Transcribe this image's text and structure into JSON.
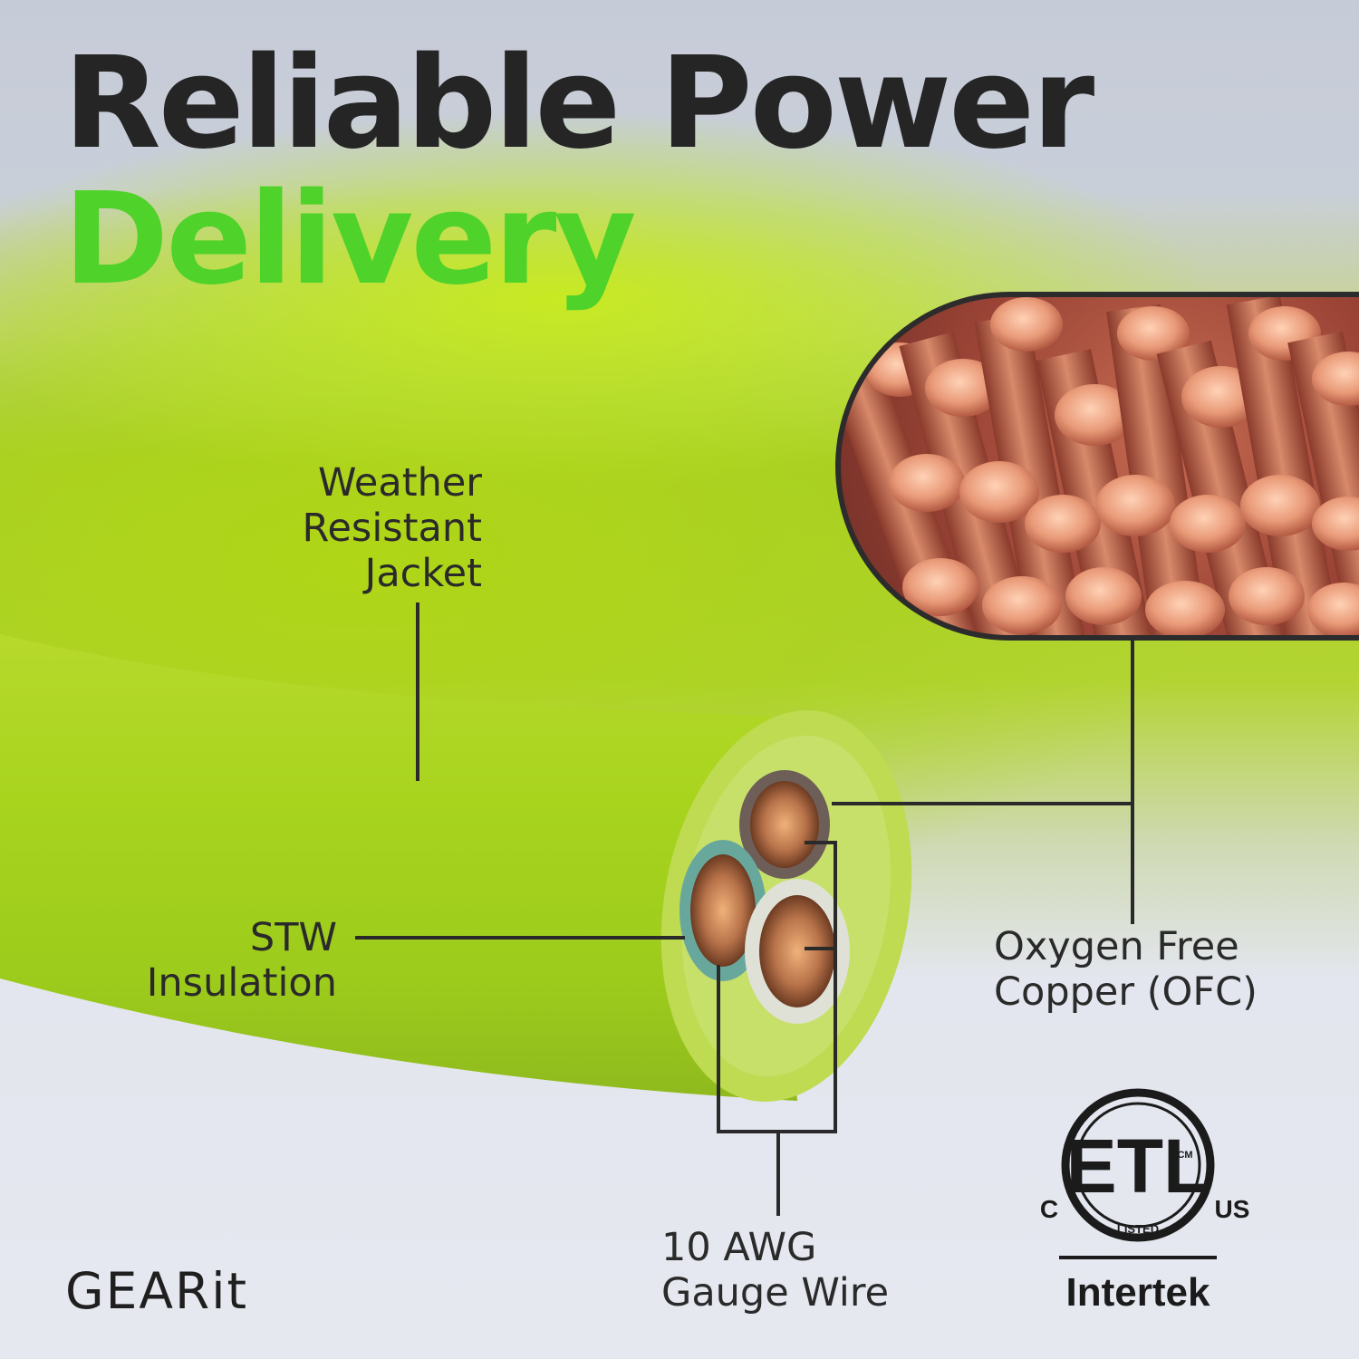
{
  "headline": {
    "line1": "Reliable Power",
    "line2": "Delivery"
  },
  "callouts": {
    "jacket": [
      "Weather",
      "Resistant",
      "Jacket"
    ],
    "insulation": [
      "STW",
      "Insulation"
    ],
    "copper": [
      "Oxygen Free",
      "Copper (OFC)"
    ],
    "gauge": [
      "10 AWG",
      "Gauge Wire"
    ]
  },
  "certification": {
    "mark": "ETL",
    "left": "C",
    "right": "US",
    "cm": "CM",
    "listed": "LISTED",
    "lab": "Intertek"
  },
  "brand": "GEARit",
  "colors": {
    "headline_dark": "#252525",
    "headline_green": "#4fd22a",
    "cable_green": "#b4d82a",
    "copper": "#c86a50"
  }
}
